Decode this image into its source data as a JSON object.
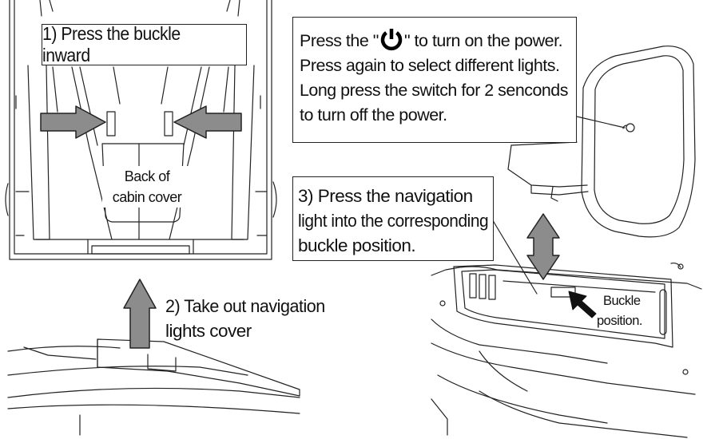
{
  "step1": {
    "text": "1) Press the buckle inward"
  },
  "power_instructions": {
    "line1_before": "Press the \"",
    "line1_after": "\" to turn on the power.",
    "line2": "Press again to select different lights.",
    "line3": "Long press the switch for 2 senconds",
    "line4": "to turn off the power.",
    "icon": "power-icon"
  },
  "cabin_label": {
    "line1": "Back of",
    "line2": "cabin cover"
  },
  "step2": {
    "line1": "2) Take out navigation",
    "line2": "lights cover"
  },
  "step3": {
    "line1": "3) Press the navigation",
    "line2": "light into the corresponding",
    "line3": "buckle position."
  },
  "buckle_label": {
    "line1": "Buckle",
    "line2": "position."
  },
  "colors": {
    "arrow_fill": "#8c8c8c",
    "line": "#222222",
    "background": "#ffffff"
  }
}
